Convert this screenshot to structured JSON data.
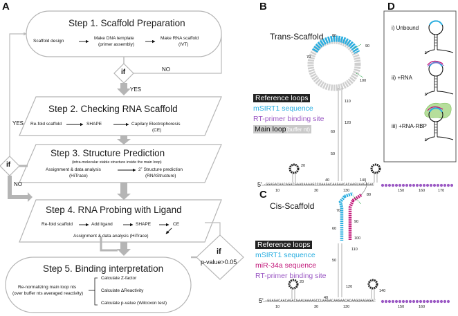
{
  "panel_labels": {
    "a": "A",
    "b": "B",
    "c": "C",
    "d": "D"
  },
  "flowchart": {
    "step1": {
      "title": "Step 1. Scaffold Preparation",
      "items": [
        "Scaffold design",
        "Make DNA template",
        "(primer assembly)",
        "Make RNA scaffold",
        "(IVT)"
      ]
    },
    "decision1": {
      "label": "if",
      "no": "NO",
      "yes": "YES"
    },
    "step2": {
      "title": "Step 2. Checking RNA Scaffold",
      "items": [
        "Re-fold scaffold",
        "SHAPE",
        "Capilary Electrophoresis",
        "(CE)"
      ]
    },
    "decision2": {
      "label": "if",
      "yes": "YES",
      "no": "NO"
    },
    "step3": {
      "title": "Step 3. Structure Prediction",
      "subtitle": "(intra-molecular stable structure inside the main loop)",
      "items": [
        "Assignment & data analysis",
        "(HiTrace)",
        "2˚ Structure prediction",
        "(RNAStructure)"
      ]
    },
    "step4": {
      "title": "Step 4. RNA Probing with Ligand",
      "items": [
        "Re-fold scaffold",
        "Add ligand",
        "SHAPE",
        "CE",
        "Assignment & data analysis (HiTrace)"
      ]
    },
    "decision3": {
      "label": "if",
      "condition": "p-value>0.05"
    },
    "step5": {
      "title": "Step 5. Binding interpretation",
      "left": [
        "Re-normalizing main loop nts",
        "(over buffer nts averaged reactivity)"
      ],
      "right": [
        "Calculate Z-factor",
        "Calculate ΔReactivity",
        "Calculate p-value (Wilcoxon test)"
      ]
    }
  },
  "trans": {
    "title": "Trans-Scaffold",
    "legend": [
      "Reference loops",
      "mSIRT1 sequence",
      "RT-primer binding site",
      "Main loop",
      "(buffer nt)"
    ],
    "prime": "5'",
    "sequence": "-GGAGACAACAGACGAAUAAAAGCCUAAGACAAGAACACAAGUAAGAGAC",
    "ticks": [
      "10",
      "30",
      "130",
      "140",
      "150",
      "160",
      "170"
    ],
    "loop_ticks": [
      "20",
      "40",
      "50",
      "60",
      "70",
      "80",
      "90",
      "100",
      "110",
      "120"
    ],
    "colors": {
      "cyan": "#29aee0",
      "purple": "#9b59c4",
      "magenta": "#c2187a",
      "gray": "#c9c9c9",
      "green": "#2fa84f",
      "dark": "#222222"
    }
  },
  "cis": {
    "title": "Cis-Scaffold",
    "legend": [
      "Reference loops",
      "mSIRT1 sequence",
      "miR-34a sequence",
      "RT-primer binding site"
    ],
    "prime": "5'",
    "sequence": "-GGAGACAACAGACGAAUAAAAGCCUAAGACAAGAACACAAGUAAGAGAC",
    "ticks": [
      "10",
      "30",
      "130",
      "140",
      "150",
      "160"
    ],
    "loop_ticks": [
      "20",
      "40",
      "50",
      "60",
      "70",
      "80",
      "90",
      "100",
      "110",
      "120"
    ]
  },
  "states": {
    "unbound": "i) Unbound",
    "rna": "ii) +RNA",
    "rbp": "iii) +RNA-RBP",
    "prime": "5'"
  }
}
